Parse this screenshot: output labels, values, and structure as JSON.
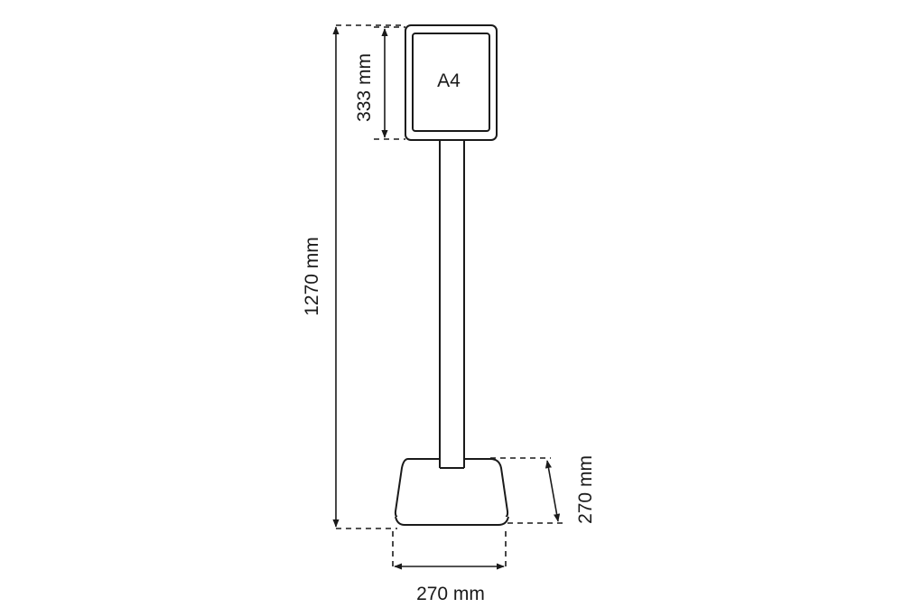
{
  "frame": {
    "label": "A4"
  },
  "dimensions": {
    "total_height": "1270 mm",
    "frame_height": "333 mm",
    "base_depth": "270 mm",
    "base_width": "270 mm"
  }
}
